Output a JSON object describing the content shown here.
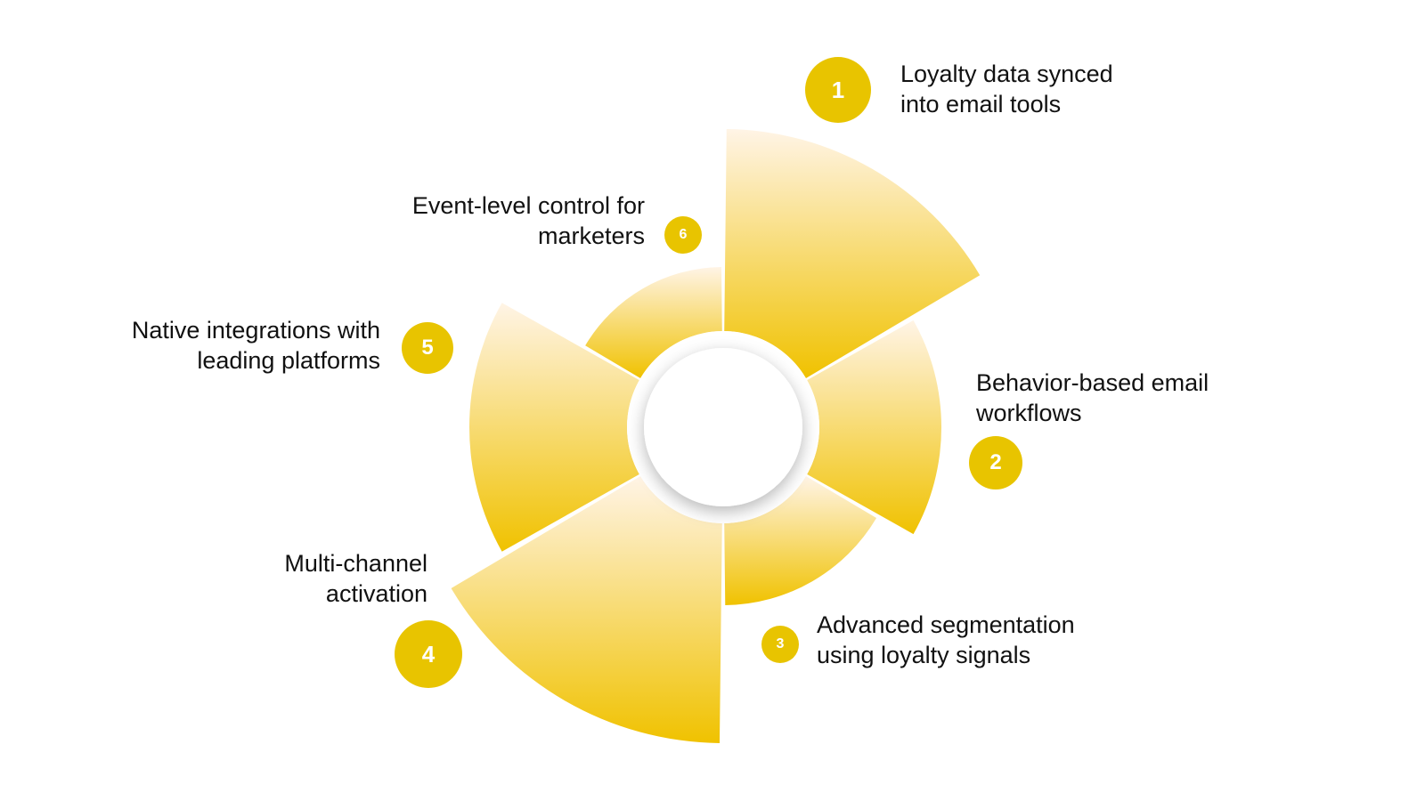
{
  "colors": {
    "accent": "#E8C400",
    "segment_top": "#FFF4E6",
    "segment_bottom": "#F0C200",
    "text": "#111111",
    "background": "#FFFFFF"
  },
  "steps": [
    {
      "number": "1",
      "lines": [
        "Loyalty data synced",
        "into email tools"
      ]
    },
    {
      "number": "2",
      "lines": [
        "Behavior-based email",
        "workflows"
      ]
    },
    {
      "number": "3",
      "lines": [
        "Advanced segmentation",
        "using loyalty signals"
      ]
    },
    {
      "number": "4",
      "lines": [
        "Multi-channel",
        "activation"
      ]
    },
    {
      "number": "5",
      "lines": [
        "Native integrations with",
        "leading platforms"
      ]
    },
    {
      "number": "6",
      "lines": [
        "Event-level control for",
        "marketers"
      ]
    }
  ]
}
